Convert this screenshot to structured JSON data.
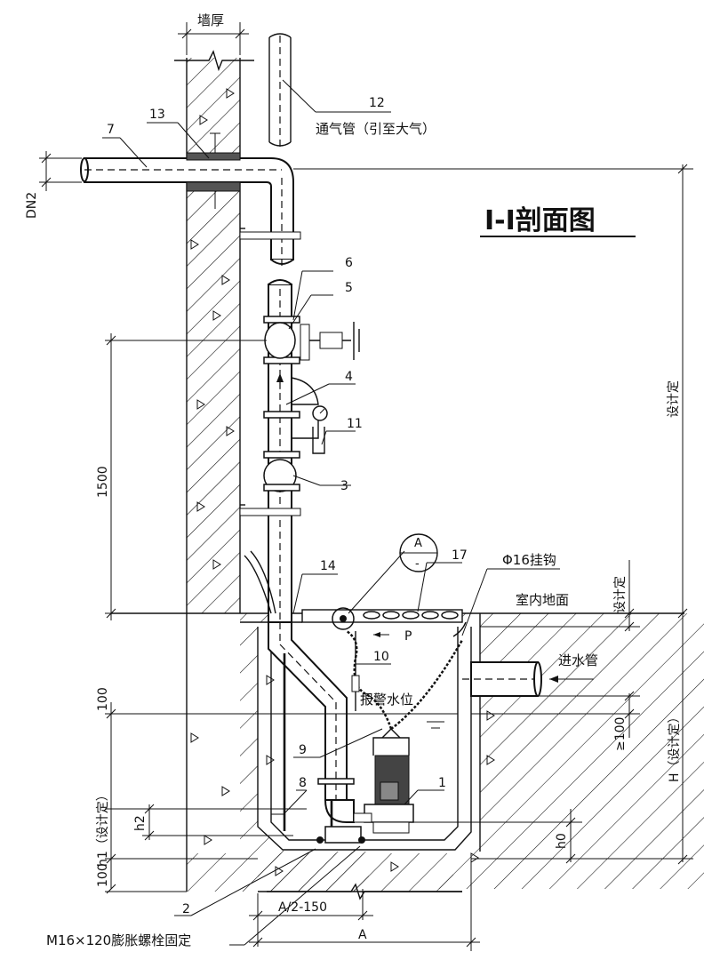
{
  "title": "I-I剖面图",
  "labels": {
    "wall_thickness": "墙厚",
    "dn2": "DN2",
    "vent_pipe": "通气管（引至大气）",
    "design_fixed": "设计定",
    "h_design": "H（设计定）",
    "h1_design": "h1（设计定）",
    "h2": "h2",
    "h0": "h0",
    "dim_1500": "1500",
    "dim_100_top": "100",
    "dim_100_bottom": "100",
    "dim_ge100": "≥100",
    "a_half": "A/2-150",
    "a": "A",
    "hook": "Φ16挂钩",
    "indoor_floor": "室内地面",
    "inlet_pipe": "进水管",
    "alarm_level": "报警水位",
    "bolt_note": "M16×120膨胀螺栓固定",
    "p": "P",
    "section_a": "A",
    "section_dash": "-"
  },
  "callouts": [
    "1",
    "2",
    "3",
    "4",
    "5",
    "6",
    "7",
    "8",
    "9",
    "10",
    "11",
    "12",
    "13",
    "14",
    "17"
  ]
}
